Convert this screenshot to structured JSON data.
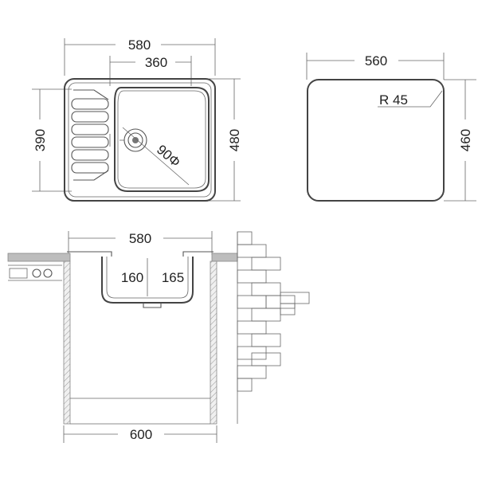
{
  "top_view": {
    "overall_width": "580",
    "bowl_width": "360",
    "bowl_depth": "390",
    "overall_depth": "480",
    "drain_diameter": "90Φ"
  },
  "bowl_plan": {
    "width": "560",
    "depth": "460",
    "corner_radius": "R 45"
  },
  "section_view": {
    "top_width": "580",
    "bowl_height_a": "160",
    "bowl_height_b": "165",
    "cabinet_width": "600"
  }
}
